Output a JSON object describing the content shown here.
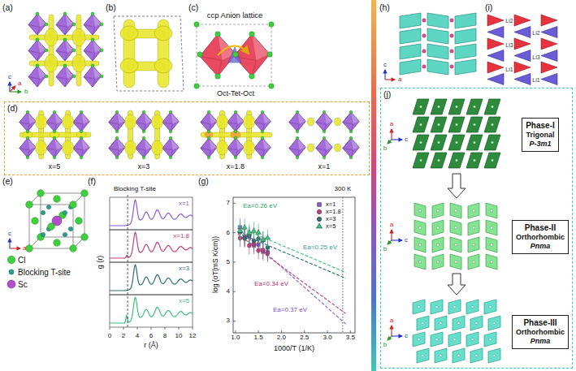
{
  "diagram": {
    "nodes": [
      {
        "text": [
          "(d)"
        ]
      },
      {
        "text": [
          "(j)"
        ]
      },
      {
        "text": [
          "Phase-I",
          "Trigonal",
          "P-3m1"
        ],
        "in": 1
      },
      {
        "text": [
          "Phase-II",
          "Orthorhombic",
          "Pnma"
        ],
        "in": 1
      },
      {
        "text": [
          "Phase-III",
          "Orthorhombic",
          "Pnma"
        ],
        "in": 1
      }
    ],
    "labels": [
      "(a)",
      "(b)",
      "(c)",
      "ccp Anion lattice",
      "Oct-Tet-Oct",
      "(e)",
      "(f)",
      "(g)",
      "(h)",
      "(i)",
      "x=5",
      "x=3",
      "x=1.8",
      "x=1",
      "Blocking T-site",
      "x=1",
      "x=1.8",
      "x=3",
      "x=5",
      "g (r)",
      "r (Å)",
      "0",
      "2",
      "4",
      "6",
      "8",
      "10",
      "12",
      "300 K",
      "log (σT(mS K/cm))",
      "1000/T (1/K)",
      "Ea=0.26 eV",
      "Ea=0.25 eV",
      "Ea=0.34 eV",
      "Ea=0.37 eV",
      "3",
      "4",
      "5",
      "6",
      "7",
      "1.0",
      "1.5",
      "2.0",
      "2.5",
      "3.0",
      "3.5",
      "c",
      "a",
      "b",
      "c",
      "a",
      "c",
      "a",
      "a",
      "b",
      "c",
      "a",
      "b",
      "c",
      "a",
      "b",
      "c",
      "Li2",
      "Li3",
      "Li1",
      "Li2",
      "Li3",
      "Li1"
    ],
    "legend": [
      {
        "text": "Cl",
        "color": "#3fcf3f"
      },
      {
        "text": "Blocking T-site",
        "color": "#2aa08a"
      },
      {
        "text": "Sc",
        "color": "#b04fc8"
      },
      {
        "text": "x=1",
        "color": "#8a5bd6"
      },
      {
        "text": "x=1.8",
        "color": "#c13f7c"
      },
      {
        "text": "x=3",
        "color": "#2f6f6f"
      },
      {
        "text": "x=5",
        "color": "#3fbf7f"
      }
    ]
  }
}
